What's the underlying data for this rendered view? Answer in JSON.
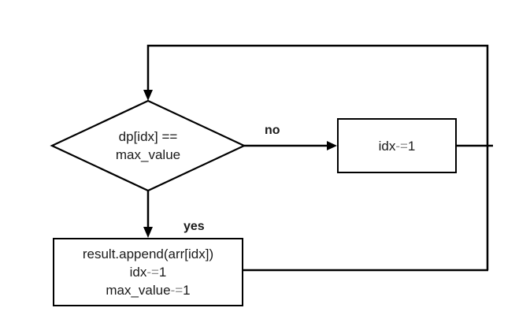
{
  "colors": {
    "background": "#ffffff",
    "line": "#000000",
    "text": "#1a1a1a",
    "muted_text": "#8c8c8c",
    "node_fill": "#ffffff"
  },
  "nodes": {
    "decision": {
      "type": "decision",
      "text": "dp[idx] == max_value",
      "lines": [
        [
          {
            "t": "dp[idx] =="
          }
        ],
        [
          {
            "t": "max_value"
          }
        ]
      ]
    },
    "decrement_idx": {
      "type": "process",
      "text": "idx-=1",
      "lines": [
        [
          {
            "t": "idx"
          },
          {
            "t": "-=",
            "muted": true
          },
          {
            "t": "1"
          }
        ]
      ]
    },
    "append_result": {
      "type": "process",
      "text": "result.append(arr[idx]) idx-=1 max_value-=1",
      "lines": [
        [
          {
            "t": "result.append(arr[idx])"
          }
        ],
        [
          {
            "t": "idx"
          },
          {
            "t": "-=",
            "muted": true
          },
          {
            "t": "1"
          }
        ],
        [
          {
            "t": "max_value"
          },
          {
            "t": "-=",
            "muted": true
          },
          {
            "t": "1"
          }
        ]
      ]
    }
  },
  "edges": {
    "no": {
      "label": "no"
    },
    "yes": {
      "label": "yes"
    }
  }
}
